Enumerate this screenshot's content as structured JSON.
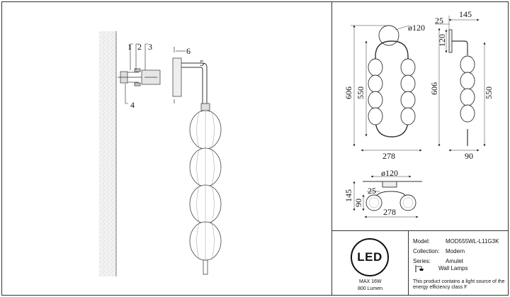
{
  "callouts": [
    "1",
    "2",
    "3",
    "4",
    "5",
    "6"
  ],
  "front_view": {
    "h_total": "606",
    "h_body": "550",
    "width": "278",
    "canopy_dia": "ø120"
  },
  "side_view": {
    "offset_25": "25",
    "depth": "145",
    "plate": "120",
    "h_total": "606",
    "h_body": "550",
    "bottom": "90"
  },
  "top_view": {
    "canopy_dia": "ø120",
    "d145": "145",
    "d90": "90",
    "d25": "25",
    "width": "278"
  },
  "title_block": {
    "model_label": "Model:",
    "model_value": "MOD555WL-L11G3K",
    "collection_label": "Collection:",
    "collection_value": "Modern",
    "series_label": "Series:",
    "series_value": "Amulet",
    "type_value": "Wall Lamps",
    "note_line1": "This product contains a light source of the",
    "note_line2": "energy efficiency class F"
  },
  "led_badge": {
    "label": "LED",
    "power": "MAX 16W",
    "lumen": "800 Lumen"
  }
}
